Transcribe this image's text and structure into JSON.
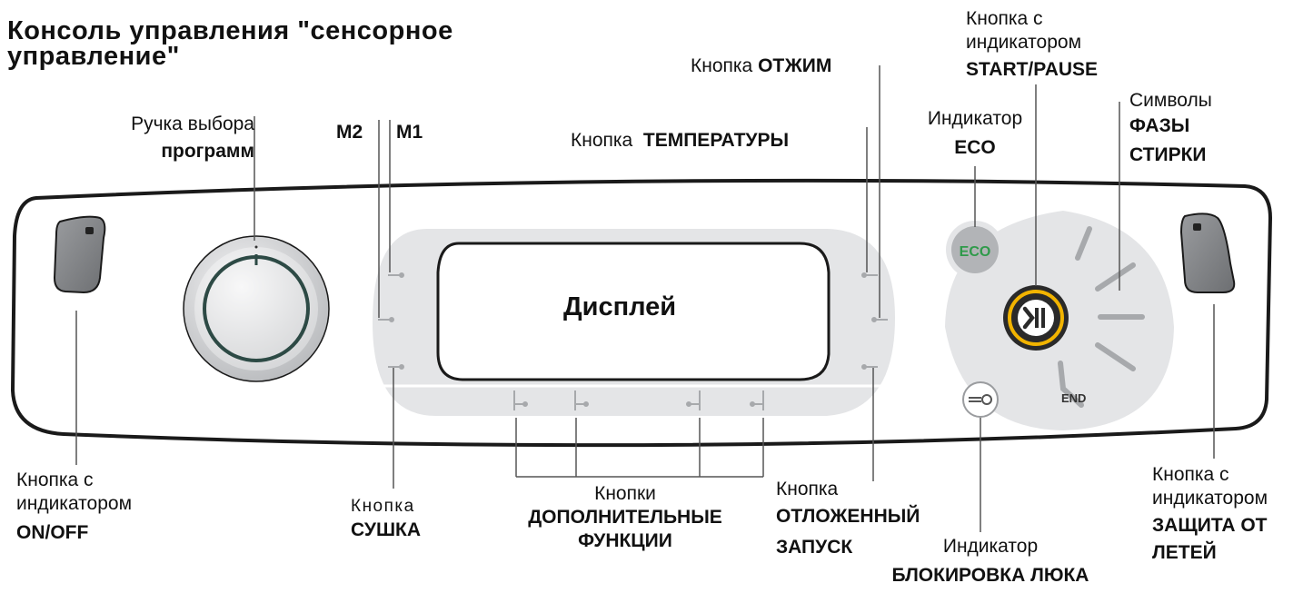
{
  "title": {
    "line1": "Консоль управления \"сенсорное",
    "line2": "управление\""
  },
  "panel": {
    "display_label": "Дисплей",
    "eco_badge": "ECO",
    "end_label": "END",
    "play_pause_icon": "play-pause-icon",
    "key_icon": "key-icon"
  },
  "labels": {
    "program_knob": {
      "line1": "Ручка выбора",
      "line2": "программ"
    },
    "m2": "M2",
    "m1": "M1",
    "spin": {
      "prefix": "Кнопка",
      "bold": "ОТЖИМ"
    },
    "temperature": {
      "prefix": "Кнопка",
      "bold": "ТЕМПЕРАТУРЫ"
    },
    "eco": {
      "line1": "Индикатор",
      "line2": "ECO"
    },
    "start_pause": {
      "line1": "Кнопка с",
      "line2": "индикатором",
      "line3": "START/PAUSE"
    },
    "wash_phases": {
      "line1": "Символы",
      "line2": "ФАЗЫ",
      "line3": "СТИРКИ"
    },
    "on_off": {
      "line1": "Кнопка с",
      "line2": "индикатором",
      "line3": "ON/OFF"
    },
    "dry": {
      "line1": "Кнопка",
      "line2": "СУШКА"
    },
    "extra_functions": {
      "line1": "Кнопки",
      "line2": "ДОПОЛНИТЕЛЬНЫЕ",
      "line3": "ФУНКЦИИ"
    },
    "delay_start": {
      "line1": "Кнопка",
      "line2": "ОТЛОЖЕННЫЙ",
      "line3": "ЗАПУСК"
    },
    "door_lock": {
      "line1": "Индикатор",
      "line2": "БЛОКИРОВКА ЛЮКА"
    },
    "child_lock": {
      "line1": "Кнопка с",
      "line2": "индикатором",
      "line3": "ЗАЩИТА ОТ",
      "line4": "ЛЕТЕЙ"
    }
  },
  "colors": {
    "outline": "#1a1a1a",
    "panel_gray": "#d9dadc",
    "display_area": "#e4e5e7",
    "eco_green": "#2f9a4a",
    "start_ring": "#f2b400",
    "phase_bars": "#a7a9ac"
  }
}
